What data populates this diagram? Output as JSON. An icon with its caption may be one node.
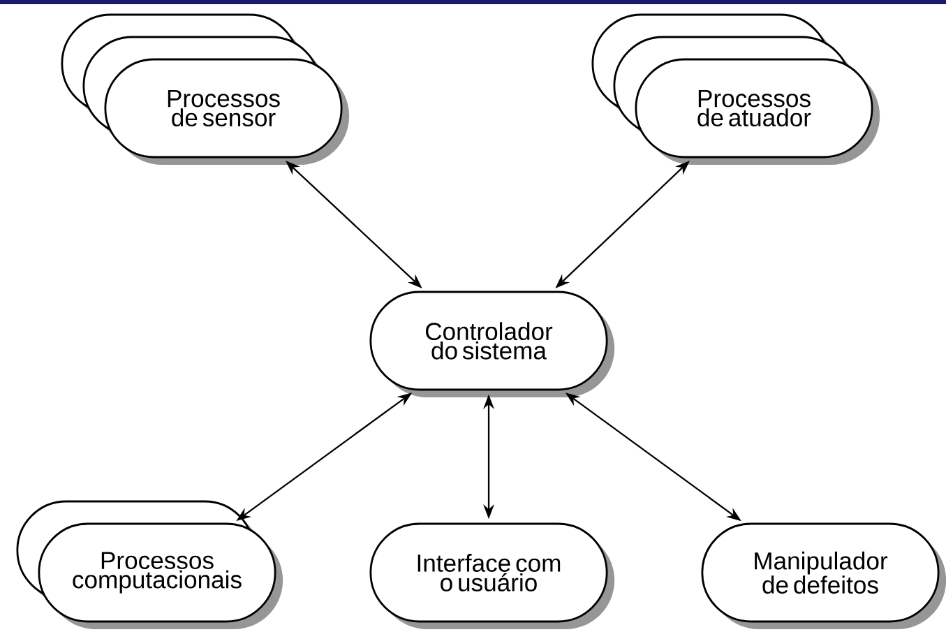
{
  "diagram": {
    "nodes": [
      {
        "text": [
          "Processos de sensor"
        ]
      },
      {
        "text": [
          "Processos de atuador"
        ]
      },
      {
        "text": [
          "Controlador do sistema"
        ]
      },
      {
        "text": [
          "Processos computacionais"
        ]
      },
      {
        "text": [
          "Interface com o usuário"
        ]
      },
      {
        "text": [
          "Manipulador de defeitos"
        ]
      }
    ],
    "edges": [
      {
        "from": 0,
        "to": 2,
        "arrow": "both"
      },
      {
        "from": 1,
        "to": 2,
        "arrow": "both"
      },
      {
        "from": 3,
        "to": 2,
        "arrow": "both"
      },
      {
        "from": 4,
        "to": 2,
        "arrow": "both"
      },
      {
        "from": 5,
        "to": 2,
        "arrow": "both"
      }
    ]
  }
}
